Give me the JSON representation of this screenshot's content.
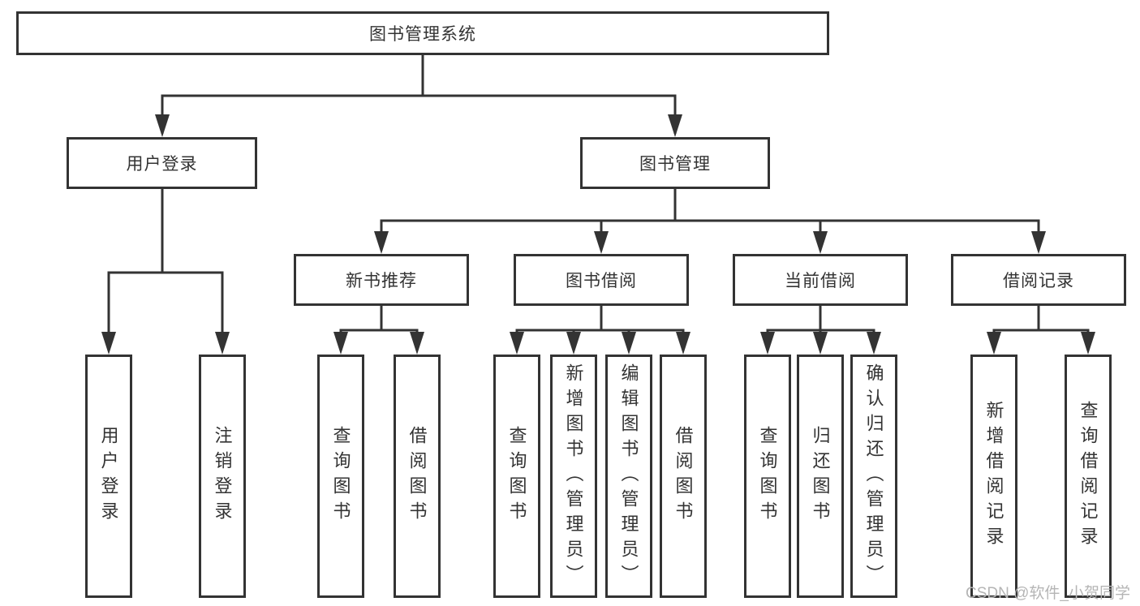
{
  "diagram": {
    "title": "图书管理系统",
    "level1": [
      {
        "label": "用户登录",
        "children": [
          "用户登录",
          "注销登录"
        ]
      },
      {
        "label": "图书管理",
        "sections": [
          {
            "label": "新书推荐",
            "children": [
              "查询图书",
              "借阅图书"
            ]
          },
          {
            "label": "图书借阅",
            "children": [
              "查询图书",
              "新增图书（管理员）",
              "编辑图书（管理员）",
              "借阅图书"
            ]
          },
          {
            "label": "当前借阅",
            "children": [
              "查询图书",
              "归还图书",
              "确认归还（管理员）"
            ]
          },
          {
            "label": "借阅记录",
            "children": [
              "新增借阅记录",
              "查询借阅记录"
            ]
          }
        ]
      }
    ]
  },
  "watermark": "CSDN @软件_小贺同学",
  "colors": {
    "line": "#333333",
    "text": "#333333",
    "box_fill": "#ffffff",
    "watermark": "#b5b5b5",
    "background": "#ffffff"
  }
}
